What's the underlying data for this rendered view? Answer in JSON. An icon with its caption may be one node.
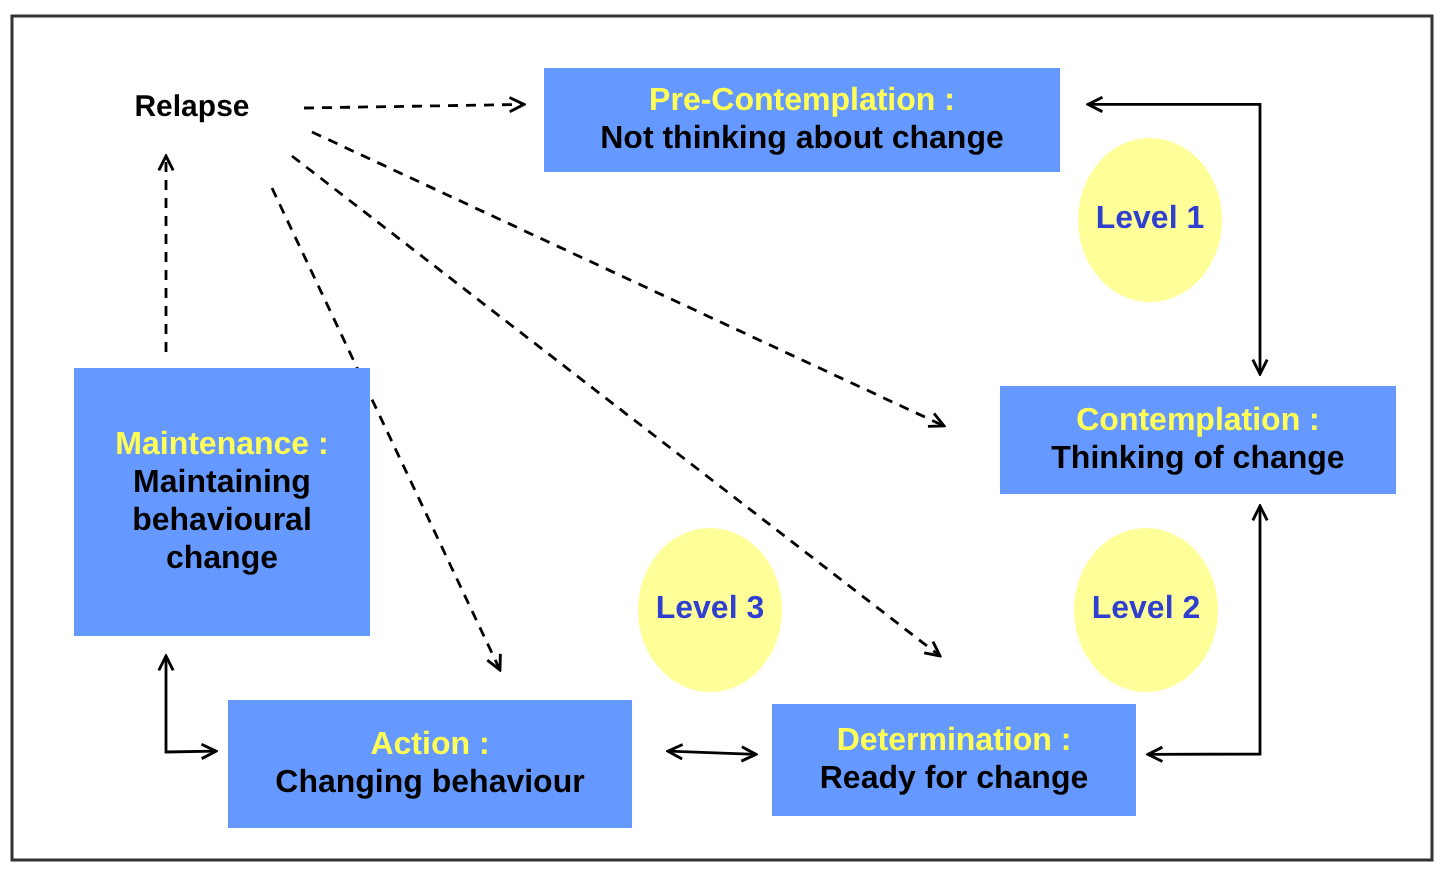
{
  "diagram": {
    "nodes": [
      {
        "text": [
          "Relapse"
        ]
      },
      {
        "text": [
          "Pre-Contemplation :",
          "Not thinking about change"
        ]
      },
      {
        "text": [
          "Contemplation :",
          "Thinking of change"
        ]
      },
      {
        "text": [
          "Determination :",
          "Ready for change"
        ]
      },
      {
        "text": [
          "Action :",
          "Changing behaviour"
        ]
      },
      {
        "text": [
          "Maintenance :",
          "Maintaining behavioural change"
        ]
      },
      {
        "text": [
          "Level 1"
        ]
      },
      {
        "text": [
          "Level 2"
        ]
      },
      {
        "text": [
          "Level 3"
        ]
      }
    ],
    "edges": [
      {
        "from": 0,
        "to": 1,
        "arrow": "to",
        "style": "dashed"
      },
      {
        "from": 0,
        "to": 2,
        "arrow": "to",
        "style": "dashed"
      },
      {
        "from": 0,
        "to": 3,
        "arrow": "to",
        "style": "dashed"
      },
      {
        "from": 0,
        "to": 4,
        "arrow": "to",
        "style": "dashed"
      },
      {
        "from": 5,
        "to": 0,
        "arrow": "to",
        "style": "dashed"
      },
      {
        "from": 1,
        "to": 2,
        "arrow": "both"
      },
      {
        "from": 2,
        "to": 3,
        "arrow": "both"
      },
      {
        "from": 3,
        "to": 4,
        "arrow": "both"
      },
      {
        "from": 5,
        "to": 4,
        "arrow": "both"
      }
    ]
  }
}
